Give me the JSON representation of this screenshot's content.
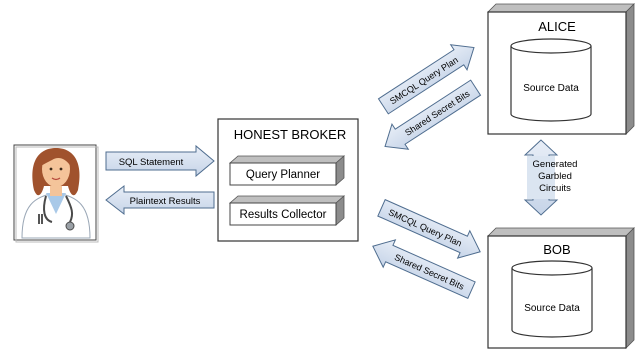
{
  "user": {
    "icon": "doctor-icon"
  },
  "broker": {
    "title": "HONEST BROKER",
    "query_planner": "Query Planner",
    "results_collector": "Results Collector"
  },
  "alice": {
    "title": "ALICE",
    "source": "Source Data"
  },
  "bob": {
    "title": "BOB",
    "source": "Source Data"
  },
  "arrows": {
    "sql_statement": "SQL Statement",
    "plaintext_results": "Plaintext Results",
    "alice_plan": "SMCQL Query Plan",
    "alice_bits": "Shared Secret Bits",
    "bob_plan": "SMCQL Query Plan",
    "bob_bits": "Shared Secret Bits",
    "circuits_line1": "Generated",
    "circuits_line2": "Garbled",
    "circuits_line3": "Circuits"
  },
  "colors": {
    "arrow_fill": "#dbe5f1",
    "box_shadow": "#7f7f7f",
    "face_skin": "#f4c49a",
    "hair": "#a0522d"
  }
}
